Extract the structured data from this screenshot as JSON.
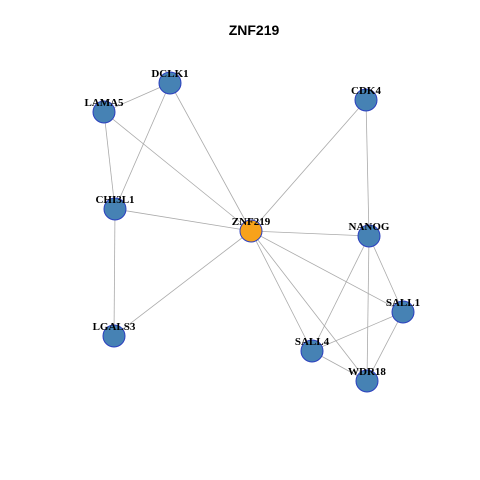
{
  "graph": {
    "title": "ZNF219",
    "colors": {
      "hub_fill": "#f7a21b",
      "node_fill": "#4682b4",
      "node_stroke": "#2b3fbf",
      "edge": "#aaaaaa",
      "background": "#ffffff"
    },
    "nodes": [
      {
        "id": "ZNF219",
        "label": "ZNF219",
        "hub": true
      },
      {
        "id": "DCLK1",
        "label": "DCLK1"
      },
      {
        "id": "LAMA5",
        "label": "LAMA5"
      },
      {
        "id": "CDK4",
        "label": "CDK4"
      },
      {
        "id": "CHI3L1",
        "label": "CHI3L1"
      },
      {
        "id": "NANOG",
        "label": "NANOG"
      },
      {
        "id": "SALL1",
        "label": "SALL1"
      },
      {
        "id": "LGALS3",
        "label": "LGALS3"
      },
      {
        "id": "SALL4",
        "label": "SALL4"
      },
      {
        "id": "WDR18",
        "label": "WDR18"
      }
    ],
    "edges": [
      [
        "LAMA5",
        "DCLK1"
      ],
      [
        "LAMA5",
        "CHI3L1"
      ],
      [
        "LAMA5",
        "ZNF219"
      ],
      [
        "DCLK1",
        "CHI3L1"
      ],
      [
        "DCLK1",
        "ZNF219"
      ],
      [
        "CDK4",
        "ZNF219"
      ],
      [
        "CDK4",
        "NANOG"
      ],
      [
        "CHI3L1",
        "ZNF219"
      ],
      [
        "CHI3L1",
        "LGALS3"
      ],
      [
        "ZNF219",
        "LGALS3"
      ],
      [
        "ZNF219",
        "NANOG"
      ],
      [
        "ZNF219",
        "SALL1"
      ],
      [
        "ZNF219",
        "SALL4"
      ],
      [
        "ZNF219",
        "WDR18"
      ],
      [
        "NANOG",
        "SALL1"
      ],
      [
        "NANOG",
        "SALL4"
      ],
      [
        "NANOG",
        "WDR18"
      ],
      [
        "SALL1",
        "SALL4"
      ],
      [
        "SALL1",
        "WDR18"
      ],
      [
        "SALL4",
        "WDR18"
      ]
    ]
  }
}
